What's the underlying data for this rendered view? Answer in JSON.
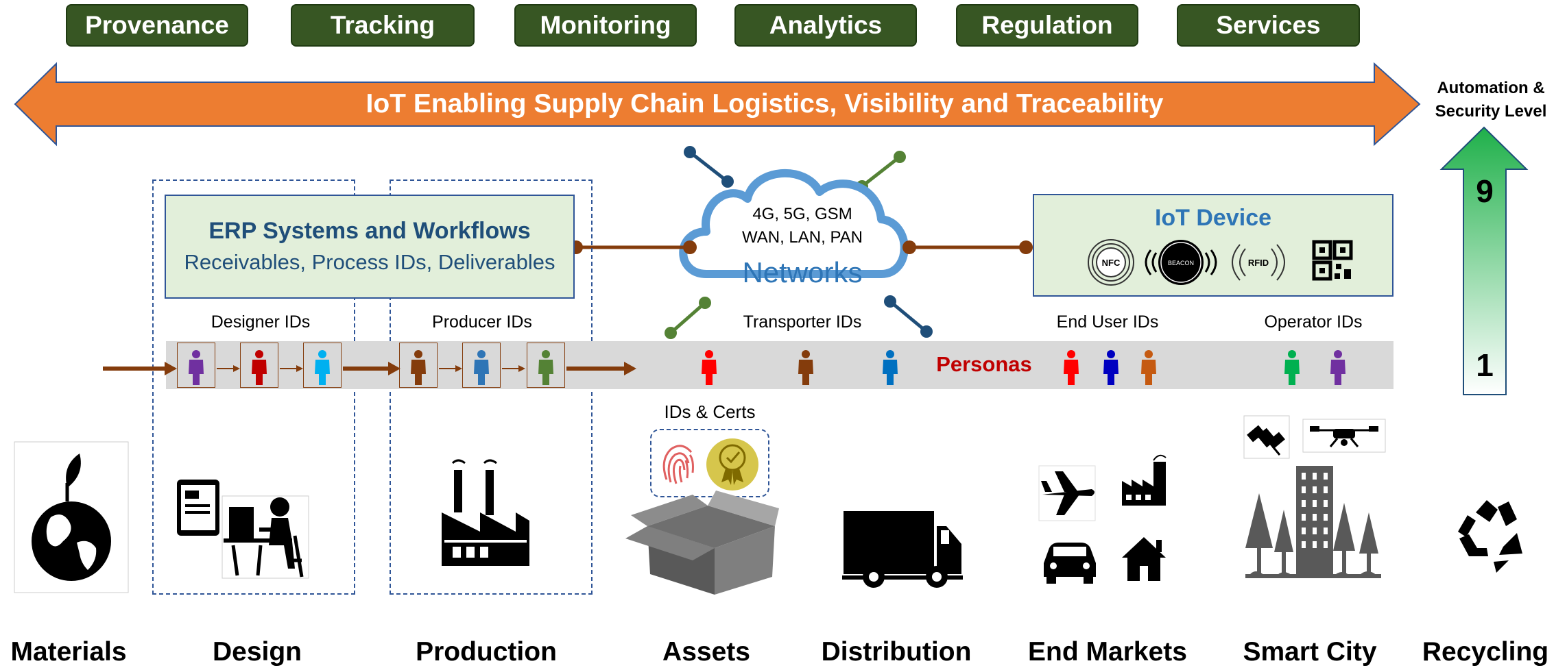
{
  "top_categories": [
    "Provenance",
    "Tracking",
    "Monitoring",
    "Analytics",
    "Regulation",
    "Services"
  ],
  "banner": {
    "text": "IoT Enabling Supply Chain Logistics, Visibility and Traceability",
    "color": "#ed7d31"
  },
  "automation": {
    "label_line1": "Automation &",
    "label_line2": "Security Level",
    "level_high": "9",
    "level_low": "1"
  },
  "erp": {
    "title": "ERP Systems and Workflows",
    "subtitle": "Receivables,  Process IDs, Deliverables"
  },
  "network": {
    "line1": "4G, 5G, GSM",
    "line2": "WAN, LAN, PAN",
    "title": "Networks"
  },
  "iot_device": {
    "title": "IoT Device",
    "tags": [
      "NFC",
      "BEACON",
      "RFID",
      "qr-code-icon"
    ]
  },
  "id_labels": {
    "designer": "Designer IDs",
    "producer": "Producer IDs",
    "transporter": "Transporter IDs",
    "end_user": "End User IDs",
    "operator": "Operator IDs"
  },
  "personas_label": "Personas",
  "certs_label": "IDs & Certs",
  "stages": [
    "Materials",
    "Design",
    "Production",
    "Assets",
    "Distribution",
    "End Markets",
    "Smart City",
    "Recycling"
  ],
  "colors": {
    "dark_green": "#375623",
    "orange": "#ed7d31",
    "navy": "#2f5597",
    "light_green": "#e2efda",
    "brown": "#843c0c",
    "red_text": "#c00000"
  }
}
